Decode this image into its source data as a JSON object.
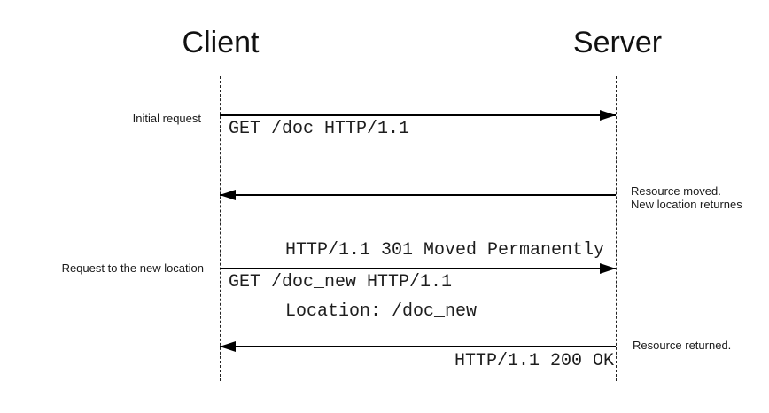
{
  "diagram": {
    "kind": "sequence-diagram",
    "colors": {
      "background": "#ffffff",
      "line": "#000000",
      "text": "#1a1a1a"
    },
    "actors": {
      "client": "Client",
      "server": "Server"
    },
    "messages": [
      {
        "from": "client",
        "to": "server",
        "annotation": "Initial request",
        "text": "GET /doc HTTP/1.1"
      },
      {
        "from": "server",
        "to": "client",
        "text_line1": "HTTP/1.1 301 Moved Permanently",
        "text_line2": "Location: /doc_new",
        "annotation_line1": "Resource moved.",
        "annotation_line2": "New location returnes"
      },
      {
        "from": "client",
        "to": "server",
        "annotation": "Request to the new location",
        "text": "GET /doc_new HTTP/1.1"
      },
      {
        "from": "server",
        "to": "client",
        "annotation": "Resource returned.",
        "text": "HTTP/1.1 200 OK"
      }
    ]
  }
}
